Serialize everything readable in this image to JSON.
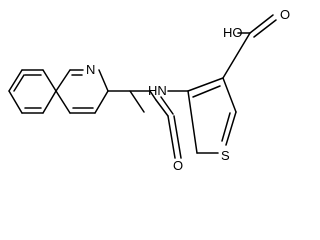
{
  "atoms": {
    "ho": "HO",
    "o_acid": "O",
    "nh": "HN",
    "n_ring": "N",
    "s_ring": "S",
    "o_amide": "O"
  }
}
